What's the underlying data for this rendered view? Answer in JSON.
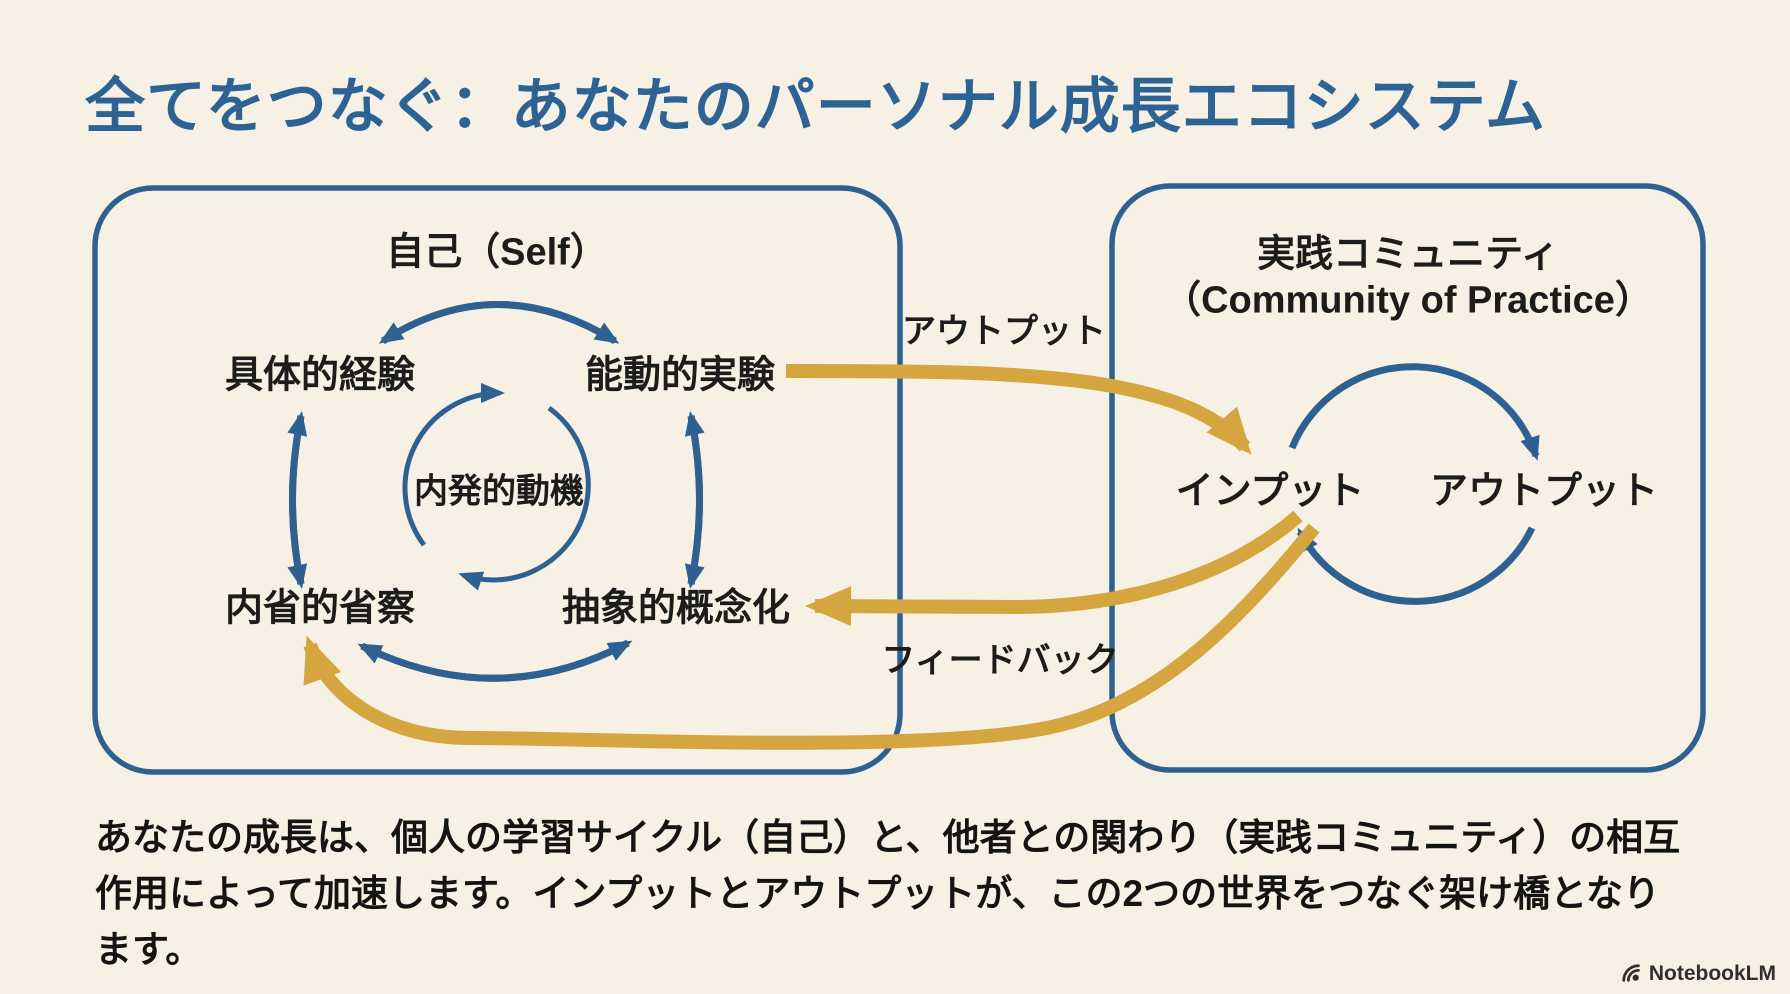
{
  "title": "全てをつなぐ：あなたのパーソナル成長エコシステム",
  "self_box": {
    "title": "自己（Self）",
    "nodes": {
      "concrete_experience": "具体的経験",
      "active_experimentation": "能動的実験",
      "reflective_observation": "内省的省察",
      "abstract_conceptualization": "抽象的概念化",
      "intrinsic_motivation": "内発的動機"
    }
  },
  "community_box": {
    "title_ja": "実践コミュニティ",
    "title_en": "（Community of Practice）",
    "nodes": {
      "input": "インプット",
      "output": "アウトプット"
    }
  },
  "connectors": {
    "output_label": "アウトプット",
    "feedback_label": "フィードバック"
  },
  "caption_lines": [
    "あなたの成長は、個人の学習サイクル（自己）と、他者との関わり（実践コミュニティ）の相互",
    "作用によって加速します。インプットとアウトプットが、この2つの世界をつなぐ架け橋となり",
    "ます。"
  ],
  "footer": {
    "brand": "NotebookLM"
  },
  "colors": {
    "background": "#f6f1e4",
    "accent_blue": "#2e6191",
    "title_blue": "#2d6394",
    "accent_gold": "#d5a53f",
    "text_black": "#1c1c1c"
  }
}
